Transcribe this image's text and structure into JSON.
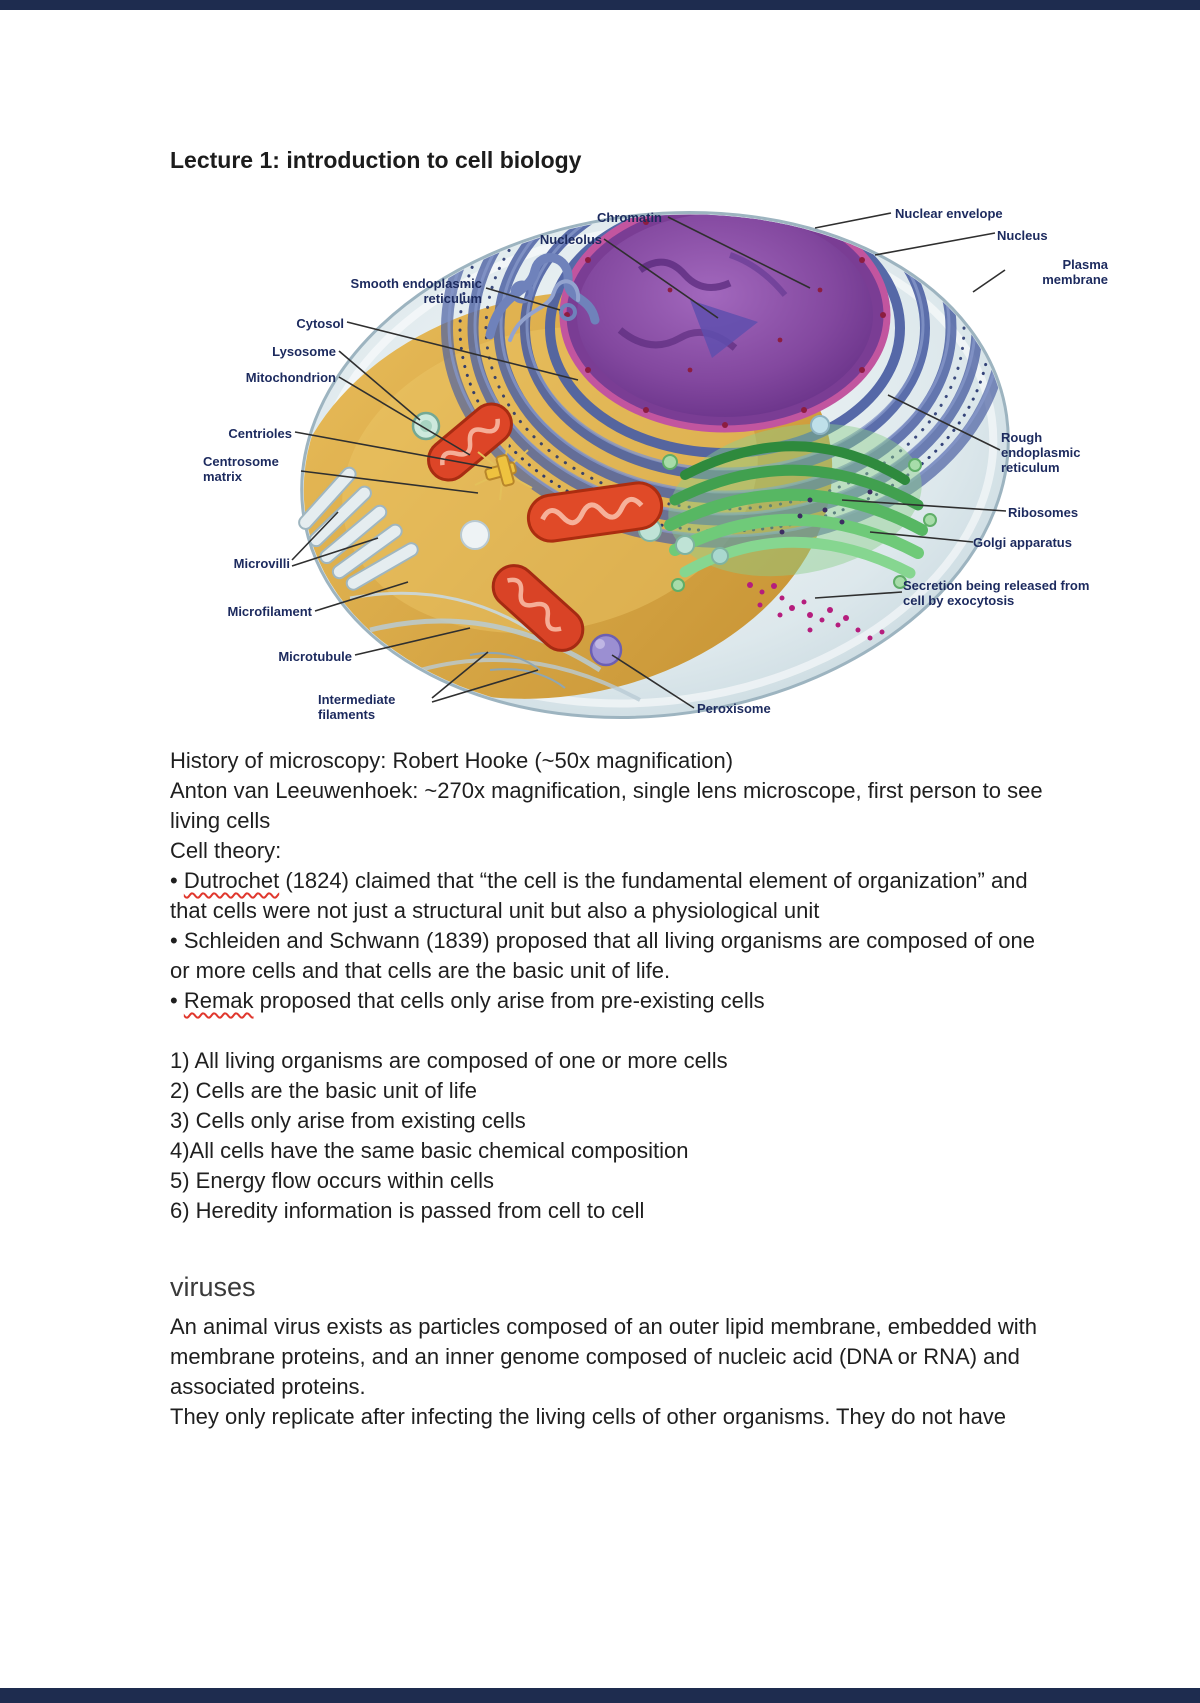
{
  "title": "Lecture 1: introduction to cell biology",
  "diagram": {
    "labels": {
      "chromatin": "Chromatin",
      "nucleolus": "Nucleolus",
      "nuclear_envelope": "Nuclear envelope",
      "nucleus": "Nucleus",
      "plasma_membrane": "Plasma membrane",
      "smooth_er": "Smooth endoplasmic reticulum",
      "cytosol": "Cytosol",
      "lysosome": "Lysosome",
      "mitochondrion": "Mitochondrion",
      "centrioles": "Centrioles",
      "centrosome_matrix": "Centrosome matrix",
      "microvilli": "Microvilli",
      "microfilament": "Microfilament",
      "microtubule": "Microtubule",
      "intermediate_filaments": "Intermediate filaments",
      "rough_er": "Rough endoplasmic reticulum",
      "ribosomes": "Ribosomes",
      "golgi": "Golgi apparatus",
      "secretion": "Secretion being released from cell by exocytosis",
      "peroxisome": "Peroxisome"
    }
  },
  "notes": {
    "history": "History of microscopy: Robert Hooke (~50x magnification)",
    "leeuwenhoek": "Anton van Leeuwenhoek: ~270x magnification, single lens microscope, first person to see living cells",
    "cell_theory_heading": "Cell theory:",
    "bullet1": {
      "bullet": "• ",
      "word": "Dutrochet",
      "rest": " (1824) claimed that “the cell is the fundamental element of organization” and that cells were not just a structural unit but also a physiological unit"
    },
    "bullet2": "• Schleiden and Schwann (1839) proposed that all living organisms are composed of one or more cells and that cells are the basic unit of life.",
    "bullet3": {
      "bullet": "• ",
      "word": "Remak",
      "rest": " proposed that cells only arise from pre-existing cells"
    },
    "principles": [
      "1) All living organisms are composed of one or more cells",
      "2) Cells are the basic unit of life",
      "3) Cells only arise from existing cells",
      "4)All cells have the same basic chemical composition",
      "5) Energy flow occurs within cells",
      "6) Heredity information is passed from cell to cell"
    ]
  },
  "viruses": {
    "heading": "viruses",
    "para1": "An animal virus exists as particles composed of an outer lipid membrane, embedded with membrane proteins, and an inner genome composed of nucleic acid (DNA or RNA) and associated proteins.",
    "para2": "They only replicate after infecting the living cells of other organisms. They do not have"
  }
}
